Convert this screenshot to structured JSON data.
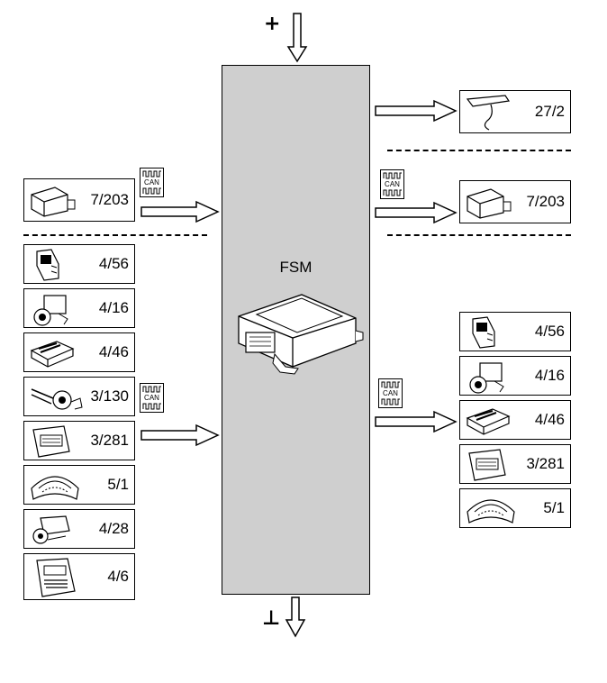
{
  "diagram": {
    "center": {
      "label": "FSM"
    },
    "power_symbol": "+",
    "ground_symbol": "⊥",
    "can_label": "CAN",
    "left_top": [
      {
        "code": "7/203"
      }
    ],
    "left_bus": [
      {
        "code": "4/56"
      },
      {
        "code": "4/16"
      },
      {
        "code": "4/46"
      },
      {
        "code": "3/130"
      },
      {
        "code": "3/281"
      },
      {
        "code": "5/1"
      },
      {
        "code": "4/28"
      },
      {
        "code": "4/6"
      }
    ],
    "right_top": [
      {
        "code": "27/2"
      },
      {
        "code": "7/203"
      }
    ],
    "right_bus": [
      {
        "code": "4/56"
      },
      {
        "code": "4/16"
      },
      {
        "code": "4/46"
      },
      {
        "code": "3/281"
      },
      {
        "code": "5/1"
      }
    ]
  }
}
